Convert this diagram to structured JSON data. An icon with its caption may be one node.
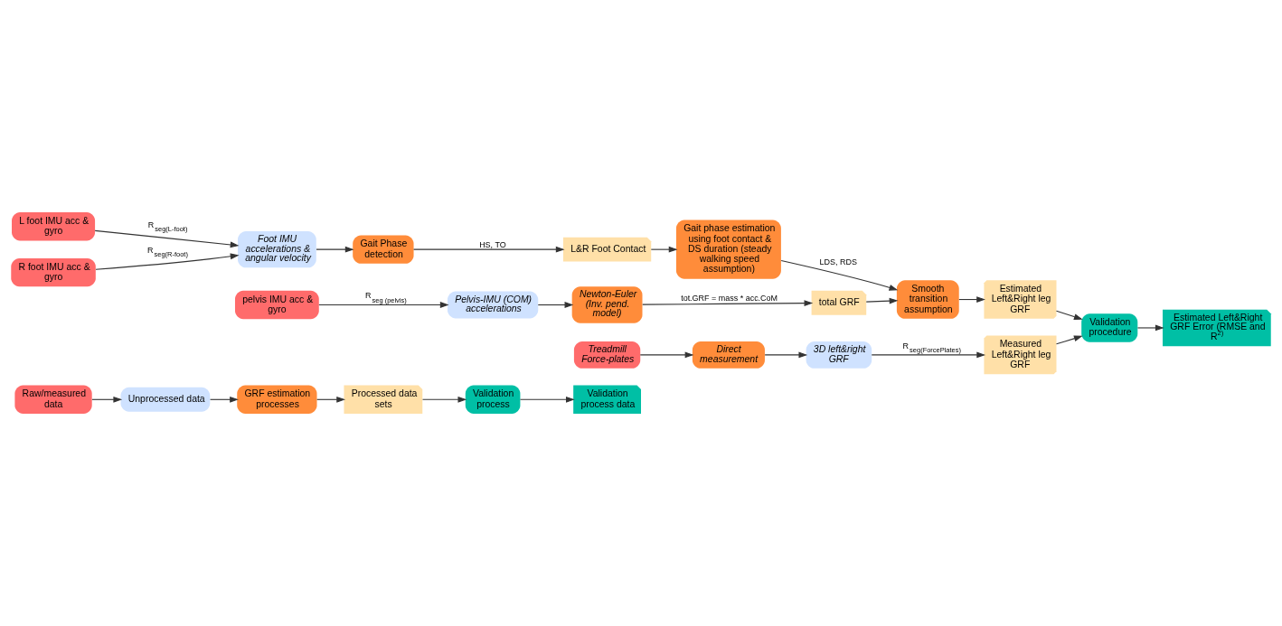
{
  "diagram": {
    "nodes": [
      {
        "text": [
          "Raw/measured data"
        ]
      },
      {
        "text": [
          "Unprocessed data"
        ]
      },
      {
        "text": [
          "GRF estimation processes"
        ]
      },
      {
        "text": [
          "Processed data sets"
        ]
      },
      {
        "text": [
          "Validation process"
        ]
      },
      {
        "text": [
          "Validation process data"
        ]
      },
      {
        "text": [
          "pelvis IMU acc & gyro"
        ]
      },
      {
        "text": [
          "Pelvis-IMU (COM) accelerations"
        ]
      },
      {
        "text": [
          "Newton-Euler (Inv. pend. model)"
        ]
      },
      {
        "text": [
          "total GRF"
        ]
      },
      {
        "text": [
          "Smooth transition assumption"
        ]
      },
      {
        "text": [
          "Estimated Left&Right leg GRF"
        ]
      },
      {
        "text": [
          "L foot IMU acc & gyro"
        ]
      },
      {
        "text": [
          "R foot IMU acc & gyro"
        ]
      },
      {
        "text": [
          "Foot IMU accelerations & angular velocity"
        ]
      },
      {
        "text": [
          "Gait Phase detection"
        ]
      },
      {
        "text": [
          "L&R Foot Contact"
        ]
      },
      {
        "text": [
          "Gait phase estimation using foot contact & DS duration (steady walking speed assumption)"
        ]
      },
      {
        "text": [
          "Validation procedure"
        ]
      },
      {
        "text": [
          "Estimated Left&Right GRF Error (RMSE and R$^{2)}$"
        ]
      },
      {
        "text": [
          "Treadmill Force-plates"
        ]
      },
      {
        "text": [
          "Direct measurement"
        ]
      },
      {
        "text": [
          "3D left&right GRF"
        ]
      },
      {
        "text": [
          "Measured Left&Right leg GRF"
        ]
      }
    ],
    "edges": [
      {
        "from": 0,
        "to": 1,
        "arrow": "to"
      },
      {
        "from": 1,
        "to": 2,
        "arrow": "to"
      },
      {
        "from": 2,
        "to": 3,
        "arrow": "to"
      },
      {
        "from": 3,
        "to": 4,
        "arrow": "to"
      },
      {
        "from": 4,
        "to": 5,
        "arrow": "to"
      },
      {
        "from": 6,
        "to": 7,
        "arrow": "to",
        "label": "R$_{seg (pelvis)}$"
      },
      {
        "from": 7,
        "to": 8,
        "arrow": "to"
      },
      {
        "from": 8,
        "to": 9,
        "arrow": "to",
        "label": "tot.GRF = mass * acc.CoM"
      },
      {
        "from": 9,
        "to": 10,
        "arrow": "to"
      },
      {
        "from": 10,
        "to": 11,
        "arrow": "to"
      },
      {
        "from": 12,
        "to": 14,
        "arrow": "to",
        "label": "R$_{seg(L-foot)}$"
      },
      {
        "from": 13,
        "to": 14,
        "arrow": "to",
        "label": "R$_{seg(R-foot)}$"
      },
      {
        "from": 14,
        "to": 15,
        "arrow": "to"
      },
      {
        "from": 15,
        "to": 16,
        "arrow": "to",
        "label": "HS, TO"
      },
      {
        "from": 16,
        "to": 17,
        "arrow": "to"
      },
      {
        "from": 17,
        "to": 10,
        "arrow": "to",
        "label": "LDS, RDS"
      },
      {
        "from": 11,
        "to": 18,
        "arrow": "to"
      },
      {
        "from": 23,
        "to": 18,
        "arrow": "to"
      },
      {
        "from": 18,
        "to": 19,
        "arrow": "to"
      },
      {
        "from": 20,
        "to": 21,
        "arrow": "to"
      },
      {
        "from": 21,
        "to": 22,
        "arrow": "to"
      },
      {
        "from": 22,
        "to": 23,
        "arrow": "to",
        "label": "R$_{seg(ForcePlates)}$"
      }
    ]
  }
}
